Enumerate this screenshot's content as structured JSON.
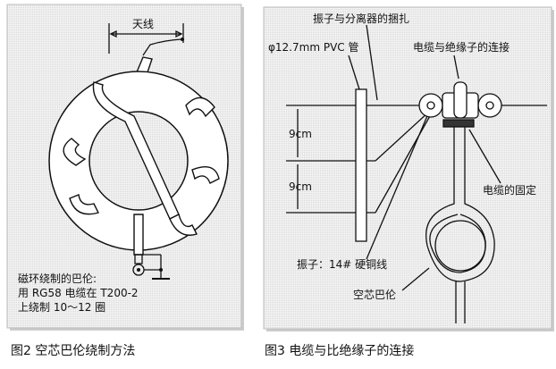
{
  "figure2": {
    "antenna_label": "天线",
    "note_lines": [
      "磁环绕制的巴伦:",
      "用 RG58 电缆在 T200-2",
      "上绕制 10～12 圈"
    ],
    "caption": "图2  空芯巴伦绕制方法"
  },
  "figure3": {
    "binding_label": "振子与分离器的捆扎",
    "pvc_label": "φ12.7mm PVC 管",
    "insulator_label": "电缆与绝缘子的连接",
    "spacing_top": "9cm",
    "spacing_bottom": "9cm",
    "cable_fix_label": "电缆的固定",
    "element_label": "振子：14# 硬铜线",
    "balun_label": "空芯巴伦",
    "caption": "图3  电缆与比绝缘子的连接"
  },
  "colors": {
    "panel": "#ececec",
    "line": "#111111"
  }
}
